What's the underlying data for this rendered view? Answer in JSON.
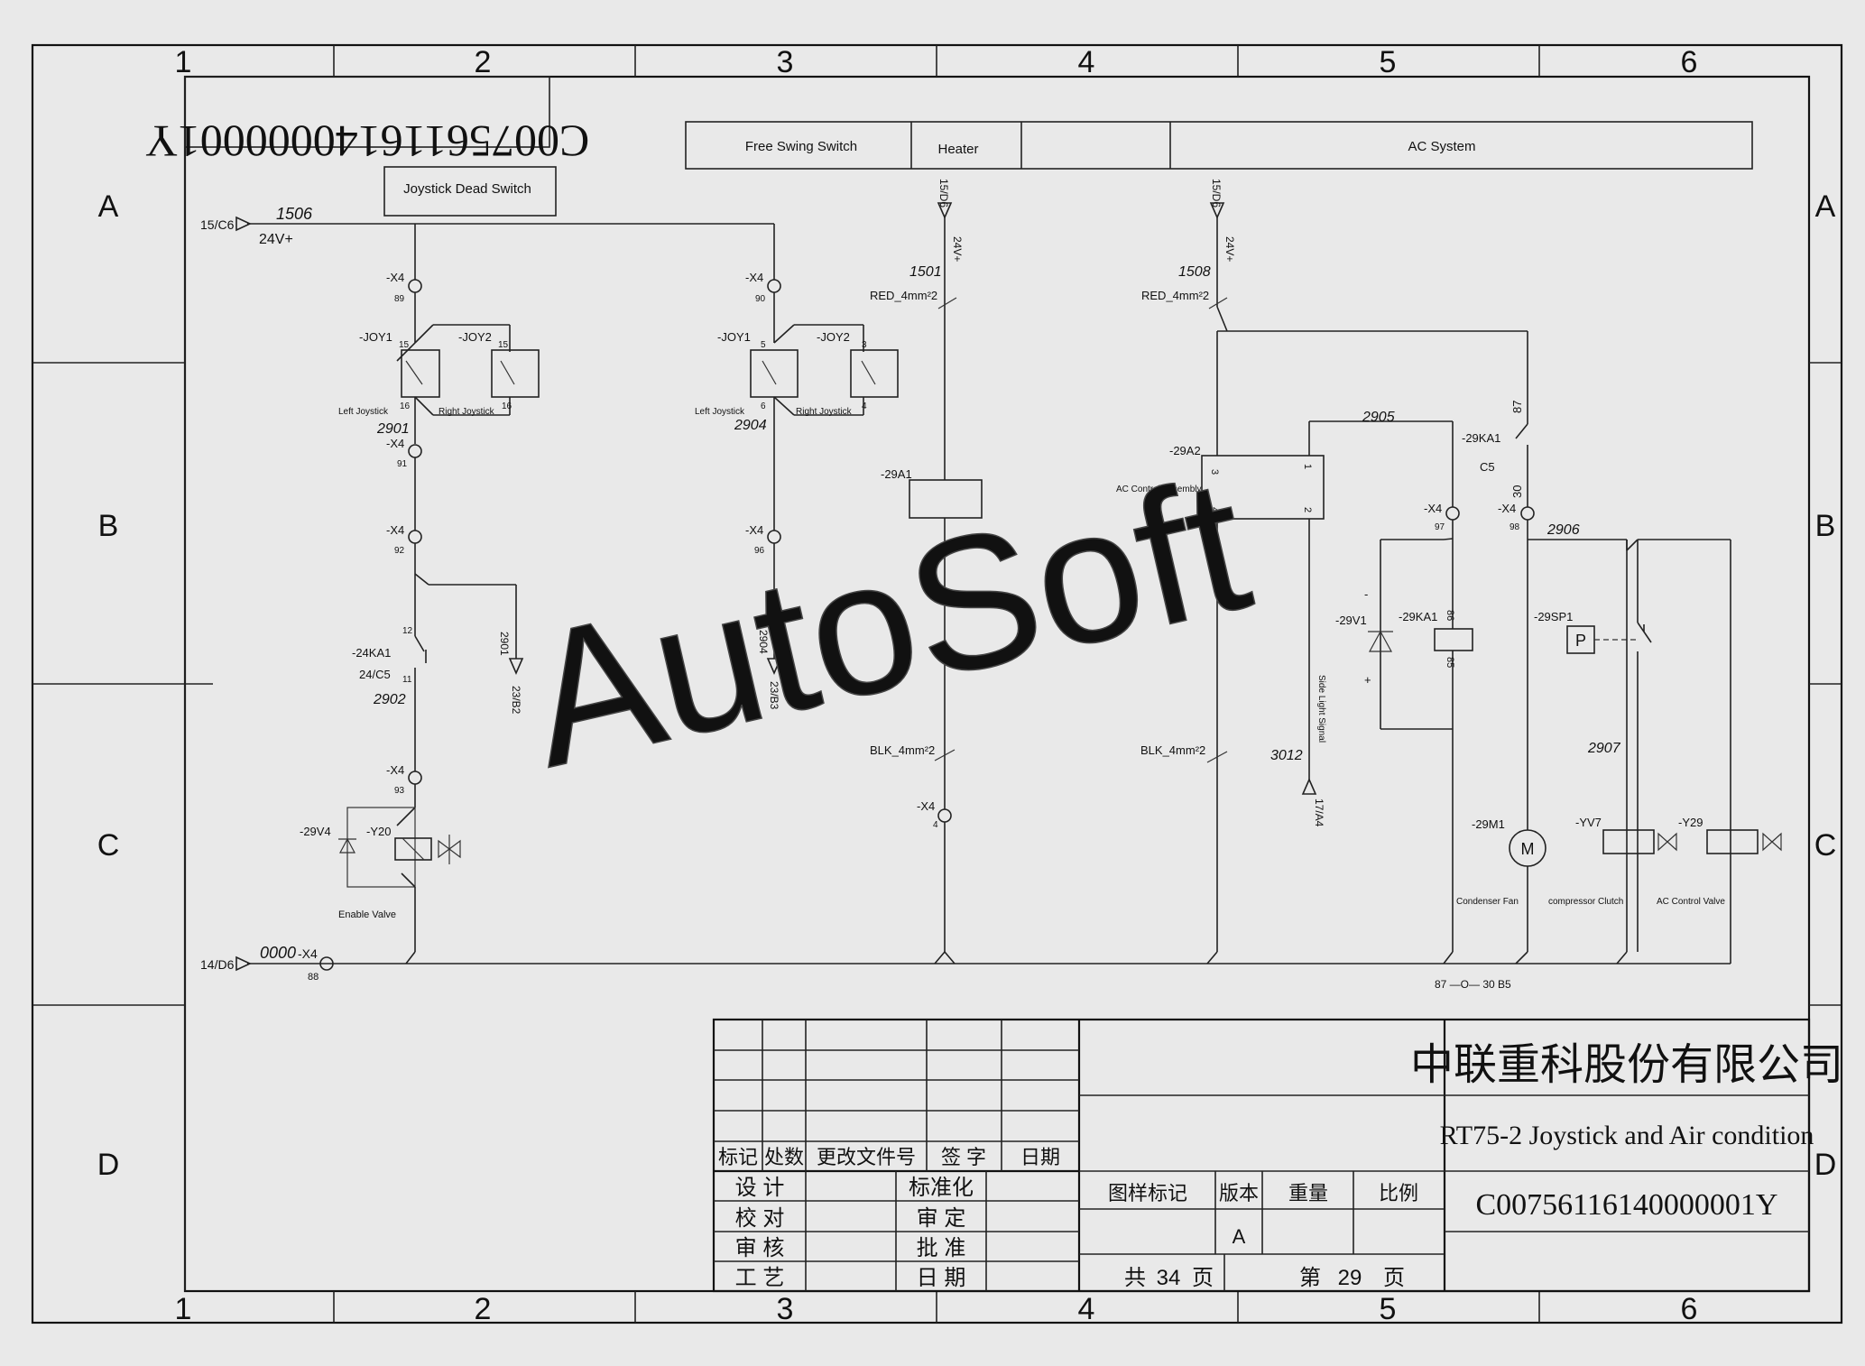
{
  "sheet": {
    "columns": [
      "1",
      "2",
      "3",
      "4",
      "5",
      "6"
    ],
    "rows": [
      "A",
      "B",
      "C",
      "D"
    ],
    "stamp_code": "C00756116140000001Y",
    "watermark": "AutoSoft"
  },
  "groups": {
    "dead_switch": "Joystick Dead Switch",
    "free_swing": "Free Swing Switch",
    "heater": "Heater",
    "ac_system": "AC System"
  },
  "circuit": {
    "supply_ref": "15/C6",
    "supply_wire": "1506",
    "supply_voltage": "24V+",
    "ground_ref": "14/D6",
    "ground_wire": "0000",
    "ground_conn": "-X4",
    "ground_pin": "88",
    "x4": "-X4",
    "joy1": "-JOY1",
    "joy2": "-JOY2",
    "left_joystick": "Left Joystick",
    "right_joystick": "Right Joystick",
    "p15": "15",
    "p16": "16",
    "p5": "5",
    "p6": "6",
    "p3": "3",
    "p4": "4",
    "pin89": "89",
    "pin90": "90",
    "pin91": "91",
    "pin92": "92",
    "pin93": "93",
    "pin96": "96",
    "pin97": "97",
    "pin98": "98",
    "w2901": "2901",
    "w2904": "2904",
    "w2902": "2902",
    "w2905": "2905",
    "w2906": "2906",
    "w2907": "2907",
    "w1501": "1501",
    "w1508": "1508",
    "w3012": "3012",
    "ref_2901": "2901",
    "ref_23b2": "23/B2",
    "ref_2904": "2904",
    "ref_23b3": "23/B3",
    "ka24": "-24KA1",
    "ka24_ref": "24/C5",
    "p12": "12",
    "p11": "11",
    "v29v4": "-29V4",
    "y20": "-Y20",
    "enable_valve": "Enable Valve",
    "heater_ref": "15/D6",
    "heater_v": "24V+",
    "red": "RED_4mm²2",
    "blk": "BLK_4mm²2",
    "a29a1": "-29A1",
    "x4_pin4": "4",
    "ac_ref": "15/D6",
    "ac_v": "24V+",
    "a29a2": "-29A2",
    "ac_control_assembly": "AC Control Assembly",
    "a2_p3": "3",
    "a2_p1": "1",
    "a2_p4": "4",
    "a2_p2": "2",
    "side_light": "Side Light Signal",
    "ref_17a4": "17/A4",
    "v29v1": "-29V1",
    "minus": "-",
    "plus": "+",
    "ka29_coil": "-29KA1",
    "p86": "86",
    "p85": "85",
    "ka29_contact": "-29KA1",
    "c5": "C5",
    "p87": "87",
    "p30": "30",
    "sp1": "-29SP1",
    "p_symbol": "P",
    "m1": "-29M1",
    "m_symbol": "M",
    "condenser_fan": "Condenser Fan",
    "yv7": "-YV7",
    "compressor_clutch": "compressor Clutch",
    "y29": "-Y29",
    "ac_control_valve": "AC Control Valve",
    "contact_ref": "87 —O— 30 B5"
  },
  "title_block": {
    "company": "中联重科股份有限公司",
    "drawing_title": "RT75-2 Joystick and Air condition",
    "drawing_number": "C00756116140000001Y",
    "rev_headers": [
      "标记",
      "处数",
      "更改文件号",
      "签 字",
      "日期"
    ],
    "roles_left": [
      "设 计",
      "校 对",
      "审 核",
      "工 艺"
    ],
    "roles_right": [
      "标准化",
      "审 定",
      "批 准",
      "日 期"
    ],
    "info_headers": [
      "图样标记",
      "版本",
      "重量",
      "比例"
    ],
    "version": "A",
    "total_pages_label": "共",
    "total_pages": "34",
    "page_label": "第",
    "page_number": "29",
    "page_unit": "页"
  }
}
